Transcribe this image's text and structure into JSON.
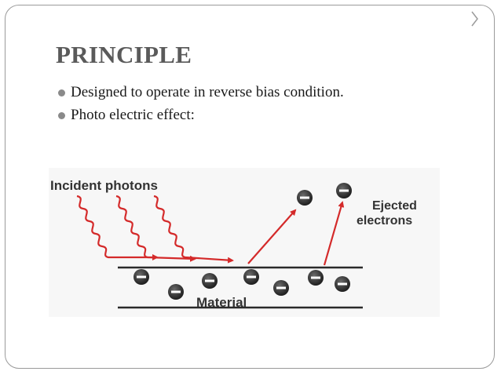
{
  "slide": {
    "title": "PRINCIPLE",
    "bullets": [
      "Designed to operate in reverse bias condition.",
      "Photo electric effect:"
    ]
  },
  "figure": {
    "incident_label": "Incident photons",
    "ejected_label_line1": "Ejected",
    "ejected_label_line2": "electrons",
    "material_label": "Material",
    "electron_symbol": "−"
  },
  "colors": {
    "title": "#5a5a5a",
    "arrow": "#d42a2a",
    "electron": "#2b2b2b",
    "frame": "#9a9a9a"
  }
}
